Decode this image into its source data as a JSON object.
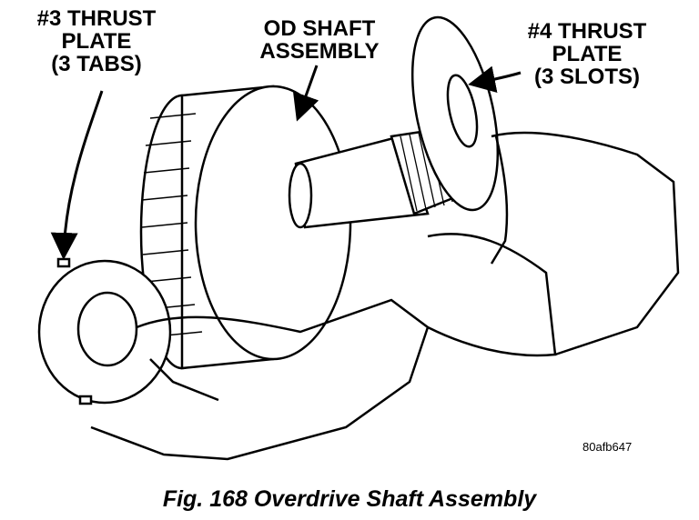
{
  "labels": {
    "thrust_plate_3": [
      "#3 THRUST",
      "PLATE",
      "(3 TABS)"
    ],
    "od_shaft": [
      "OD SHAFT",
      "ASSEMBLY"
    ],
    "thrust_plate_4": [
      "#4 THRUST",
      "PLATE",
      "(3 SLOTS)"
    ]
  },
  "figure_code": "80afb647",
  "caption": "Fig. 168 Overdrive Shaft Assembly"
}
